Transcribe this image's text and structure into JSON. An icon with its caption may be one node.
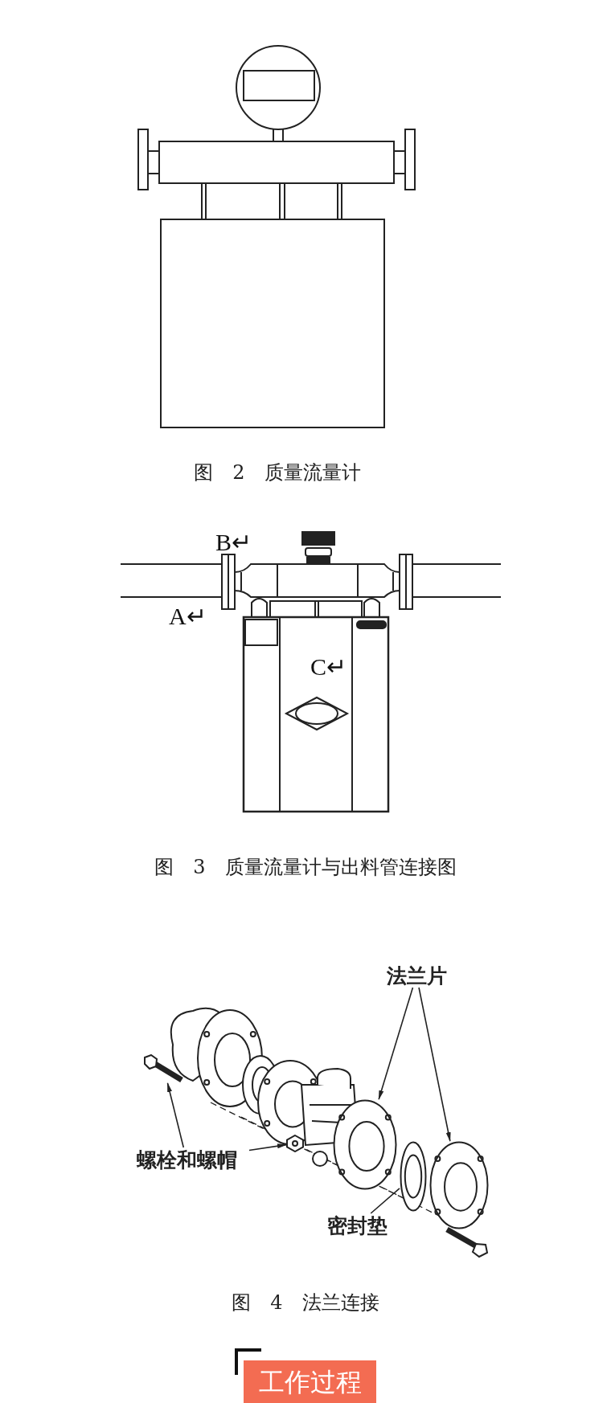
{
  "diagram": {
    "nodes": [
      {
        "text": [
          "法兰片"
        ]
      },
      {
        "text": [],
        "shape": "picture"
      },
      {
        "text": [],
        "shape": "picture"
      },
      {
        "text": [
          "螺栓和螺帽"
        ]
      },
      {
        "text": [],
        "shape": "picture"
      },
      {
        "text": [],
        "shape": "picture"
      },
      {
        "text": [
          "密封垫"
        ]
      },
      {
        "text": [],
        "shape": "picture"
      }
    ],
    "edges": [
      {
        "from": 0,
        "to": 1,
        "arrow": "to"
      },
      {
        "from": 0,
        "to": 2,
        "arrow": "to"
      },
      {
        "from": 3,
        "to": 4,
        "arrow": "to"
      },
      {
        "from": 3,
        "to": 5,
        "arrow": "to"
      },
      {
        "from": 6,
        "to": 7,
        "arrow": "none"
      }
    ],
    "labels": [
      "图 2 质量流量计",
      "B↵",
      "A↵",
      "C↵",
      "图 3 质量流量计与出料管连接图",
      "图 4 法兰连接",
      "工作过程"
    ]
  }
}
